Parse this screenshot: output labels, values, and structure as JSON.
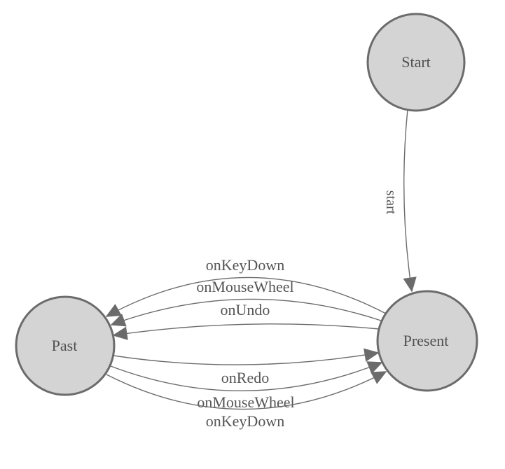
{
  "diagram": {
    "kind": "finite-state-machine",
    "colors": {
      "background": "#ffffff",
      "node_fill": "#d4d4d4",
      "node_stroke": "#6b6b6b",
      "edge_stroke": "#6b6b6b",
      "label_text": "#505050"
    },
    "nodes": [
      {
        "id": "start",
        "label": "Start"
      },
      {
        "id": "present",
        "label": "Present"
      },
      {
        "id": "past",
        "label": "Past"
      }
    ],
    "edges": [
      {
        "from": "Start",
        "to": "Present",
        "label": "start"
      },
      {
        "from": "Present",
        "to": "Past",
        "label": "onKeyDown"
      },
      {
        "from": "Present",
        "to": "Past",
        "label": "onMouseWheel"
      },
      {
        "from": "Present",
        "to": "Past",
        "label": "onUndo"
      },
      {
        "from": "Past",
        "to": "Present",
        "label": "onRedo"
      },
      {
        "from": "Past",
        "to": "Present",
        "label": "onMouseWheel"
      },
      {
        "from": "Past",
        "to": "Present",
        "label": "onKeyDown"
      }
    ]
  }
}
